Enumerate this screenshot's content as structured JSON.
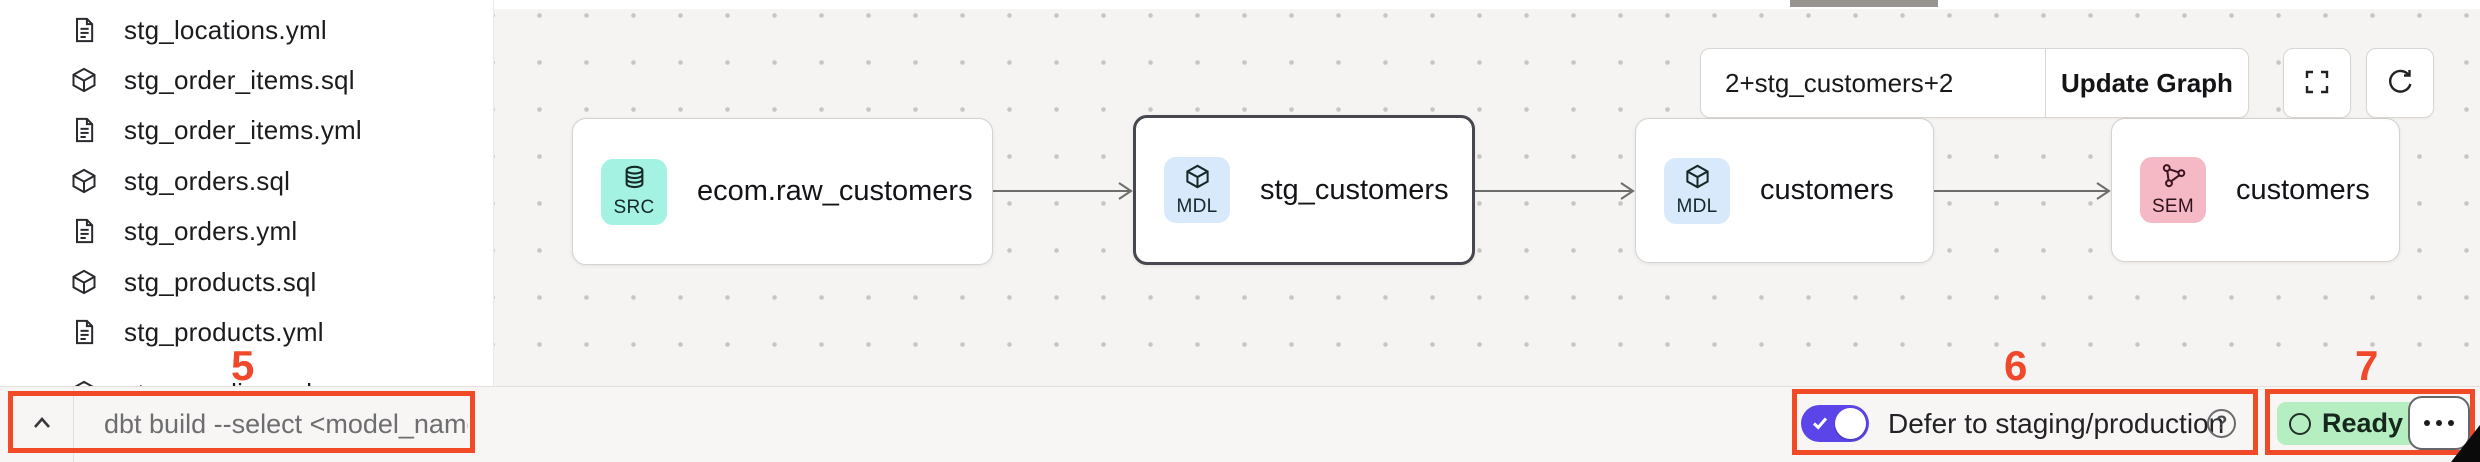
{
  "sidebar": {
    "files": [
      {
        "name": "stg_locations.yml",
        "icon": "yaml-file-icon"
      },
      {
        "name": "stg_order_items.sql",
        "icon": "model-cube-icon"
      },
      {
        "name": "stg_order_items.yml",
        "icon": "yaml-file-icon"
      },
      {
        "name": "stg_orders.sql",
        "icon": "model-cube-icon"
      },
      {
        "name": "stg_orders.yml",
        "icon": "yaml-file-icon"
      },
      {
        "name": "stg_products.sql",
        "icon": "model-cube-icon"
      },
      {
        "name": "stg_products.yml",
        "icon": "yaml-file-icon"
      },
      {
        "name": "stg_supplies.sql",
        "icon": "model-cube-icon",
        "partially_visible": true
      }
    ]
  },
  "lineage": {
    "selector_value": "2+stg_customers+2",
    "update_button_label": "Update Graph",
    "nodes": [
      {
        "badge": "SRC",
        "label": "ecom.raw_customers",
        "type": "source",
        "badge_color": "#a4f2e2",
        "selected": false
      },
      {
        "badge": "MDL",
        "label": "stg_customers",
        "type": "model",
        "badge_color": "#d7e9fb",
        "selected": true
      },
      {
        "badge": "MDL",
        "label": "customers",
        "type": "model",
        "badge_color": "#d7e9fb",
        "selected": false
      },
      {
        "badge": "SEM",
        "label": "customers",
        "type": "semantic-model",
        "badge_color": "#f5b9c6",
        "selected": false
      }
    ],
    "edges": [
      {
        "from": "ecom.raw_customers",
        "to": "stg_customers"
      },
      {
        "from": "stg_customers",
        "to": "customers (MDL)"
      },
      {
        "from": "customers (MDL)",
        "to": "customers (SEM)"
      }
    ]
  },
  "bottom_bar": {
    "command_placeholder": "dbt build --select <model_name>",
    "defer_toggle": {
      "label": "Defer to staging/production",
      "enabled": true,
      "color": "#5b45e8"
    },
    "status": {
      "label": "Ready",
      "color": "#b5efc1"
    }
  },
  "annotations": {
    "color": "#f04b26",
    "items": [
      {
        "number": "5",
        "target": "command-input"
      },
      {
        "number": "6",
        "target": "defer-toggle"
      },
      {
        "number": "7",
        "target": "status-and-menu"
      }
    ]
  }
}
